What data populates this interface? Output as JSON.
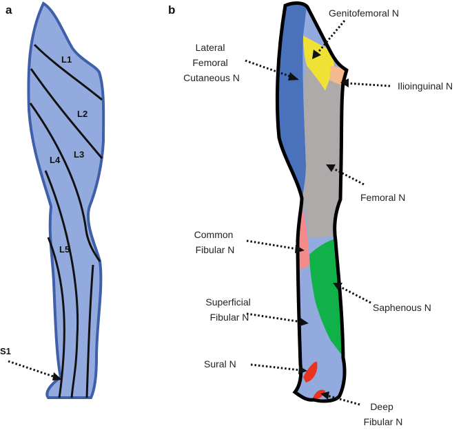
{
  "panels": {
    "a": {
      "letter": "a",
      "dermatomes": [
        "L1",
        "L2",
        "L3",
        "L4",
        "L5",
        "S1"
      ],
      "fill": "#93aadf",
      "outline": "#3f5fa8"
    },
    "b": {
      "letter": "b",
      "nerves": [
        {
          "lines": [
            "Genitofemoral N"
          ],
          "color": "#f0e234"
        },
        {
          "lines": [
            "Lateral",
            "Femoral",
            "Cutaneous N"
          ],
          "color": "#4a71bc"
        },
        {
          "lines": [
            "Ilioinguinal N"
          ],
          "color": "#f5b98e"
        },
        {
          "lines": [
            "Femoral N"
          ],
          "color": "#aeaaaa"
        },
        {
          "lines": [
            "Common",
            "Fibular N"
          ],
          "color": "#f58a8a"
        },
        {
          "lines": [
            "Saphenous N"
          ],
          "color": "#11b14a"
        },
        {
          "lines": [
            "Superficial",
            "Fibular N"
          ],
          "color": "#93aadf"
        },
        {
          "lines": [
            "Sural N"
          ],
          "color": "#e8341f"
        },
        {
          "lines": [
            "Deep",
            "Fibular N"
          ],
          "color": "#e8341f"
        }
      ]
    }
  }
}
